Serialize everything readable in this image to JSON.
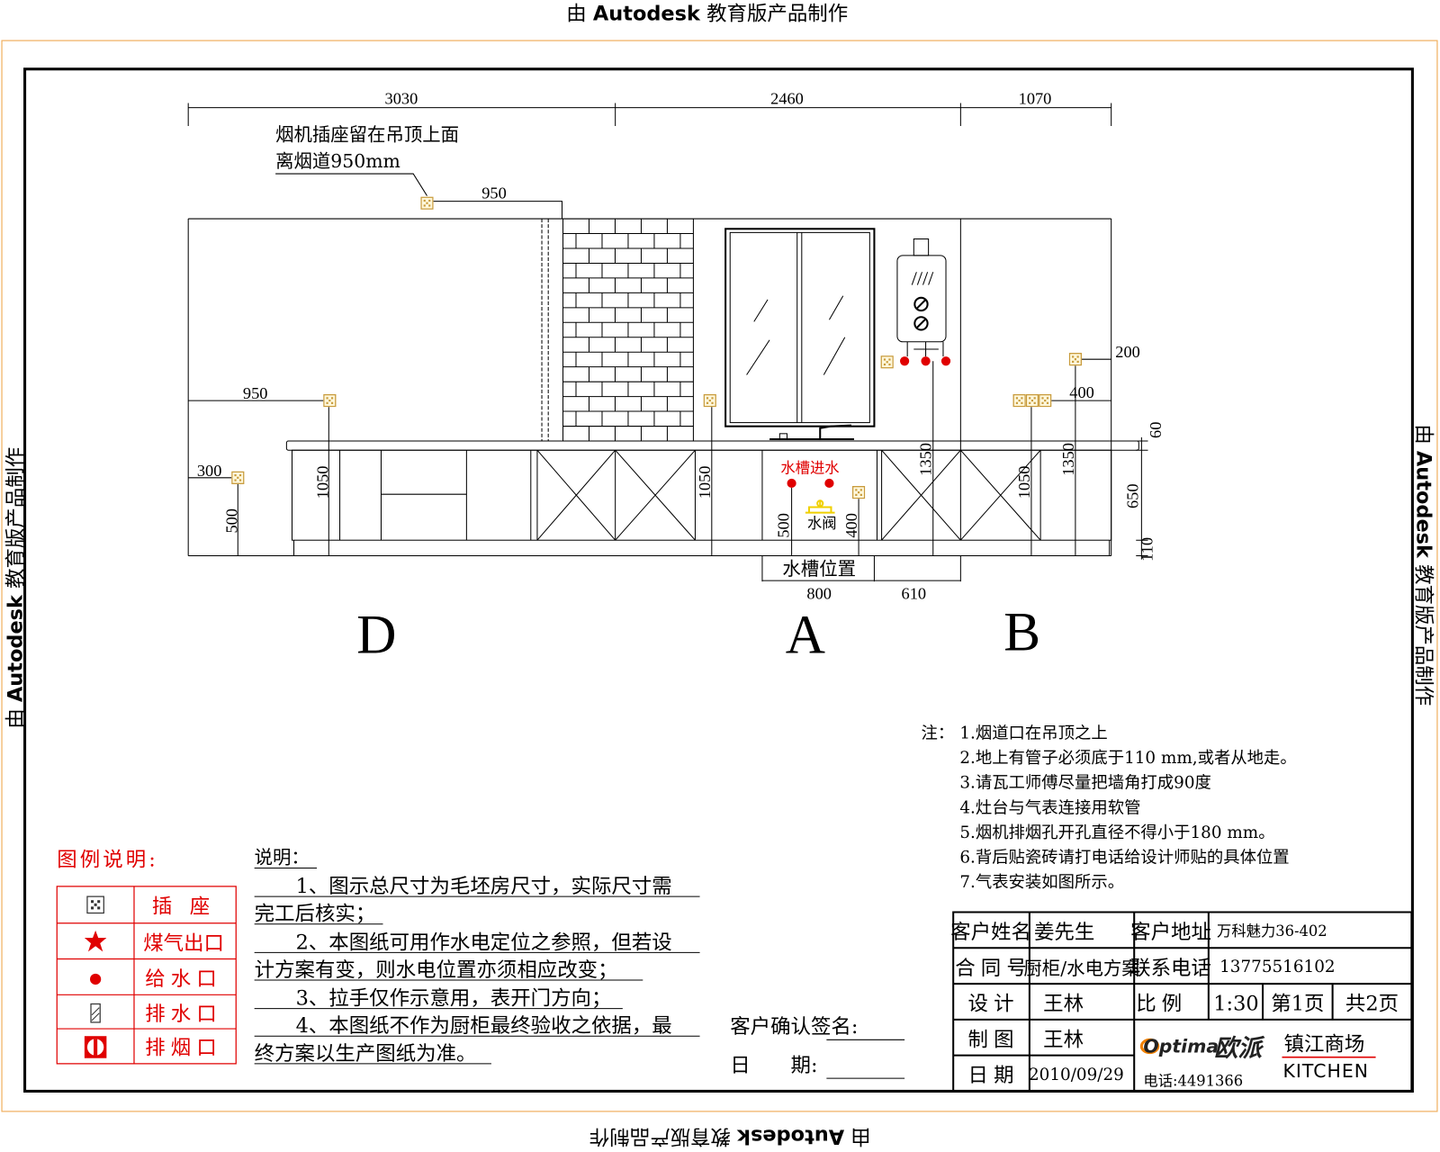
{
  "watermark": {
    "prefix": "由",
    "brand": "Autodesk",
    "suffix": "教育版产品制作"
  },
  "dimensions": {
    "top_spans": [
      "3030",
      "2460",
      "1070"
    ],
    "hood_socket_offset": "950",
    "left_socket_offset": "950",
    "left_socket_height": "1050",
    "low_socket_offset": "300",
    "low_socket_height": "500",
    "tile_socket_height": "1050",
    "heater_socket_height": "1350",
    "right_socket_height": "1050",
    "right_socket_offset": "400",
    "high_socket_offset": "200",
    "high_socket_height": "1350",
    "sink_inlet_height": "500",
    "sink_socket_height": "400",
    "countertop_thickness": "60",
    "cabinet_height": "650",
    "plinth_height": "110",
    "sink_width": "800",
    "sink_offset": "610"
  },
  "hood_note": [
    "烟机插座留在吊顶上面",
    "离烟道950mm"
  ],
  "sink": {
    "inlet_label": "水槽进水",
    "valve_label": "水阀",
    "position_label": "水槽位置"
  },
  "elevation_labels": {
    "left": "D",
    "center": "A",
    "right": "B"
  },
  "notes": {
    "prefix": "注：",
    "items": [
      "1.烟道口在吊顶之上",
      "2.地上有管子必须底于110 mm,或者从地走。",
      "3.请瓦工师傅尽量把墙角打成90度",
      "4.灶台与气表连接用软管",
      "5.烟机排烟孔开孔直径不得小于180 mm。",
      "6.背后贴瓷砖请打电话给设计师贴的具体位置",
      "7.气表安装如图所示。"
    ]
  },
  "legend": {
    "title": "图例说明:",
    "items": [
      {
        "icon": "socket-icon",
        "label": "插 座"
      },
      {
        "icon": "gas-outlet-star-icon",
        "label": "煤气出口"
      },
      {
        "icon": "water-supply-dot-icon",
        "label": "给水口"
      },
      {
        "icon": "drain-icon",
        "label": "排水口"
      },
      {
        "icon": "flue-icon",
        "label": "排烟口"
      }
    ]
  },
  "explanation": {
    "title": "说明：",
    "lines": [
      "1、图示总尺寸为毛坯房尺寸，实际尺寸需",
      "完工后核实；",
      "2、本图纸可用作水电定位之参照，但若设",
      "计方案有变，则水电位置亦须相应改变；",
      "3、拉手仅作示意用，表开门方向；",
      "4、本图纸不作为厨柜最终验收之依据，最",
      "终方案以生产图纸为准。"
    ]
  },
  "signature": {
    "sign_label": "客户确认签名:",
    "date_label": "日　　期:"
  },
  "title_block": {
    "client_name_label": "客户姓名",
    "client_name": "姜先生",
    "client_address_label": "客户地址",
    "client_address": "万科魅力36-402",
    "contract_label": "合同号",
    "contract": "厨柜/水电方案",
    "phone_label": "联系电话",
    "phone": "13775516102",
    "designer_label": "设计",
    "designer": "王林",
    "scale_label": "比例",
    "scale": "1:30",
    "page": "第1页",
    "total_pages": "共2页",
    "drafter_label": "制图",
    "drafter": "王林",
    "date_label": "日期",
    "date": "2010/09/29"
  },
  "logo": {
    "brand": "Optima",
    "brand_cn": "欧派",
    "store": "镇江商场",
    "kitchen": "KITCHEN",
    "phone": "电话:4491366"
  },
  "colors": {
    "frame": "#f0b060",
    "red": "#e00000",
    "socket": "#c89b3c",
    "valve": "#f0d000",
    "logo_accent": "#f08000"
  }
}
